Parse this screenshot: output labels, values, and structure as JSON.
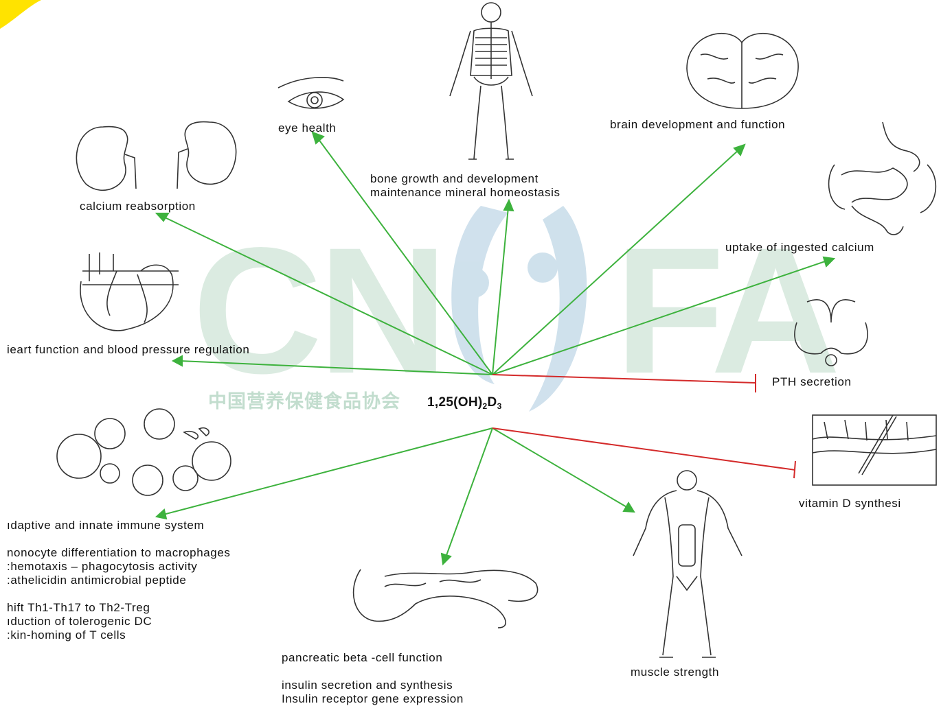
{
  "diagram": {
    "center_label": {
      "main": "1,25(OH)",
      "sub1": "2",
      "mid": "D",
      "sub2": "3"
    },
    "watermark": {
      "letters_left": "CN",
      "letters_right": "FA",
      "subtitle": "中国营养保健食品协会"
    },
    "colors": {
      "activate": "#3db23d",
      "inhibit": "#d42a2a",
      "watermark": "#bfdcc9"
    },
    "labels": {
      "eye": "eye health",
      "bone_1": "bone growth and development",
      "bone_2": "maintenance mineral homeostasis",
      "brain": "brain development and function",
      "calcium_reabsorption": "calcium reabsorption",
      "uptake": "uptake of ingested calcium",
      "heart": "ieart  function and blood pressure regulation",
      "pth": "PTH secretion",
      "vitd": "vitamin D synthesi",
      "immune": "ıdaptive and innate immune  system",
      "immune_details": [
        "nonocyte differentiation to macrophages",
        ":hemotaxis – phagocytosis activity",
        ":athelicidin antimicrobial peptide",
        "",
        "hift Th1-Th17 to Th2-Treg",
        "ıduction of tolerogenic DC",
        ":kin-homing  of T cells"
      ],
      "pancreas": "pancreatic beta -cell function",
      "pancreas_details": [
        "insulin secretion and synthesis",
        "Insulin receptor gene expression"
      ],
      "muscle": "muscle strength"
    },
    "icons": [
      "skeleton-icon",
      "eye-icon",
      "brain-icon",
      "kidney-icon",
      "intestine-icon",
      "heart-icon",
      "thyroid-icon",
      "skin-icon",
      "immune-cells-icon",
      "pancreas-icon",
      "muscle-body-icon"
    ]
  }
}
